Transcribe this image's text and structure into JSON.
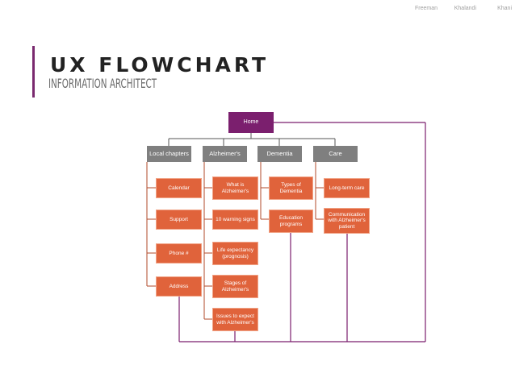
{
  "header": {
    "authors": [
      "Freeman",
      "Khalandi",
      "Khani"
    ]
  },
  "slide": {
    "title": "UX FLOWCHART",
    "subtitle": "INFORMATION ARCHITECT"
  },
  "flowchart": {
    "root": "Home",
    "categories": [
      {
        "label": "Local chapters",
        "children": [
          "Calendar",
          "Support",
          "Phone #",
          "Address"
        ]
      },
      {
        "label": "Alzheimer's",
        "children": [
          "What is Alzheimer's",
          "10 warning signs",
          "Life expectancy (prognosis)",
          "Stages of Alzheimer's",
          "Issues to expect with Alzheimer's"
        ]
      },
      {
        "label": "Dementia",
        "children": [
          "Types of Dementia",
          "Education programs"
        ]
      },
      {
        "label": "Care",
        "children": [
          "Long-term care",
          "Communication with Alzheimer's patient"
        ]
      }
    ]
  },
  "colors": {
    "root": "#7b1f6e",
    "category": "#7f7f7f",
    "leaf": "#e0633b",
    "connector_primary": "#7b1f6e",
    "connector_secondary": "#555555",
    "accent": "#7a2a6f"
  }
}
